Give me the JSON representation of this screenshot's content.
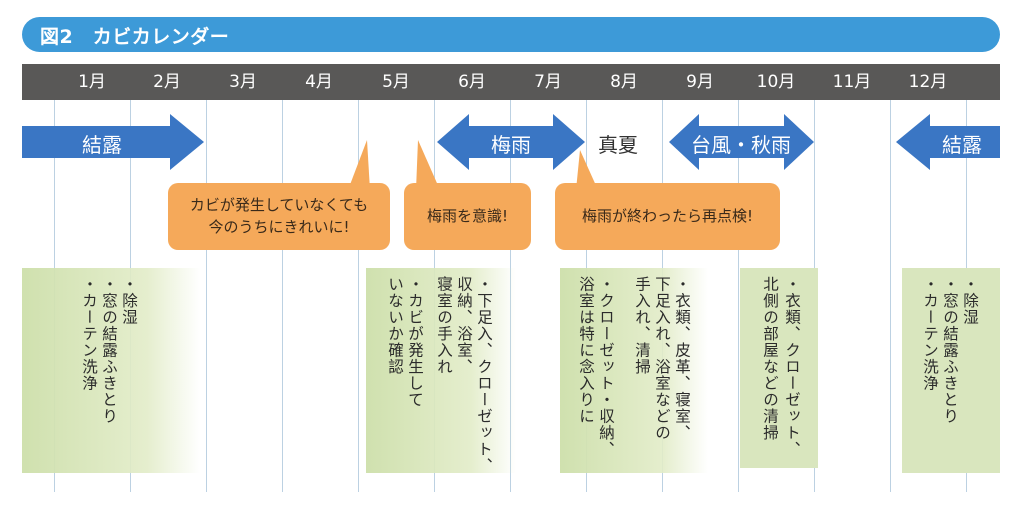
{
  "title": "図2　カビカレンダー",
  "months": [
    "1月",
    "2月",
    "3月",
    "4月",
    "5月",
    "6月",
    "7月",
    "8月",
    "9月",
    "10月",
    "11月",
    "12月"
  ],
  "periods": {
    "dew_left": "結露",
    "rainy": "梅雨",
    "midsummer": "真夏",
    "typhoon": "台風・秋雨",
    "dew_right": "結露"
  },
  "callouts": {
    "spring": [
      "カビが発生していなくても",
      "今のうちにきれいに!"
    ],
    "rainy": "梅雨を意識!",
    "after_rainy": "梅雨が終わったら再点検!"
  },
  "tasks": {
    "jan": [
      "・除湿",
      "・窓の結露ふきとり",
      "・カーテン洗浄"
    ],
    "may": [
      "・下足入、クローゼット、",
      "収納、浴室、",
      "寝室の手入れ",
      "・カビが発生して",
      "いないか確認"
    ],
    "aug": [
      "・クローゼット・収納、",
      "浴室は特に念入りに"
    ],
    "sep": [
      "・衣類、皮革、寝室、",
      "下足入れ、浴室などの",
      "手入れ、清掃"
    ],
    "oct": [
      "・衣類、クローゼット、",
      "北側の部屋などの清掃"
    ],
    "dec": [
      "・除湿",
      "・窓の結露ふきとり",
      "・カーテン洗浄"
    ]
  },
  "colors": {
    "title_bar": "#3d9ad8",
    "month_bar": "#595857",
    "arrow": "#3a76c4",
    "callout": "#f5a95a",
    "task_panel": "#d9e6be"
  }
}
